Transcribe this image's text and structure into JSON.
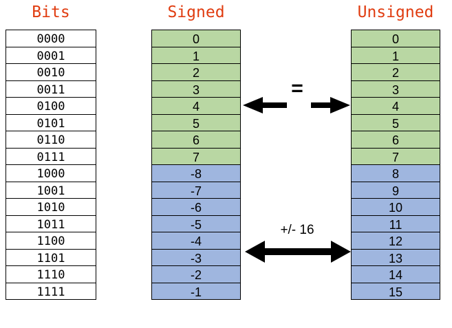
{
  "headers": {
    "bits": "Bits",
    "signed": "Signed",
    "unsigned": "Unsigned"
  },
  "bits": [
    "0000",
    "0001",
    "0010",
    "0011",
    "0100",
    "0101",
    "0110",
    "0111",
    "1000",
    "1001",
    "1010",
    "1011",
    "1100",
    "1101",
    "1110",
    "1111"
  ],
  "signed": [
    "0",
    "1",
    "2",
    "3",
    "4",
    "5",
    "6",
    "7",
    "-8",
    "-7",
    "-6",
    "-5",
    "-4",
    "-3",
    "-2",
    "-1"
  ],
  "unsigned": [
    "0",
    "1",
    "2",
    "3",
    "4",
    "5",
    "6",
    "7",
    "8",
    "9",
    "10",
    "11",
    "12",
    "13",
    "14",
    "15"
  ],
  "labels": {
    "equal": "=",
    "offset": "+/- 16"
  },
  "colors": {
    "header": "#e03c10",
    "positive_fill": "#b9d7a3",
    "negative_fill": "#9fb6df",
    "bits_fill": "#ffffff"
  }
}
